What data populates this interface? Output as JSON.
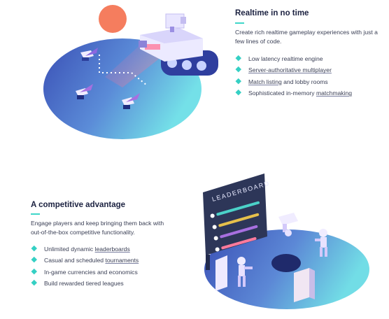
{
  "realtime": {
    "title": "Realtime in no time",
    "description": "Create rich realtime gameplay experiences with just a few lines of code.",
    "features": [
      {
        "text": "Low latency realtime engine"
      },
      {
        "link": "Server-authoritative multiplayer"
      },
      {
        "link": "Match listing",
        "after": " and lobby rooms"
      },
      {
        "before": "Sophisticated in-memory ",
        "link": "matchmaking"
      }
    ]
  },
  "competitive": {
    "title": "A competitive advantage",
    "description": "Engage players and keep bringing them back with out-of-the-box competitive functionality.",
    "features": [
      {
        "before": "Unlimited dynamic ",
        "link": "leaderboards"
      },
      {
        "before": "Casual and scheduled ",
        "link": "tournaments"
      },
      {
        "text": "In-game currencies and economics"
      },
      {
        "text": "Build rewarded tiered leagues"
      }
    ]
  },
  "leaderboard": {
    "sign_text": "LEADERBOARD"
  },
  "colors": {
    "accent": "#3fd6c9",
    "heading": "#1b2140",
    "platform_start": "#3a4fb5",
    "platform_end": "#6fdde6",
    "sun": "#f57d5e",
    "sign": "#2d3658"
  }
}
